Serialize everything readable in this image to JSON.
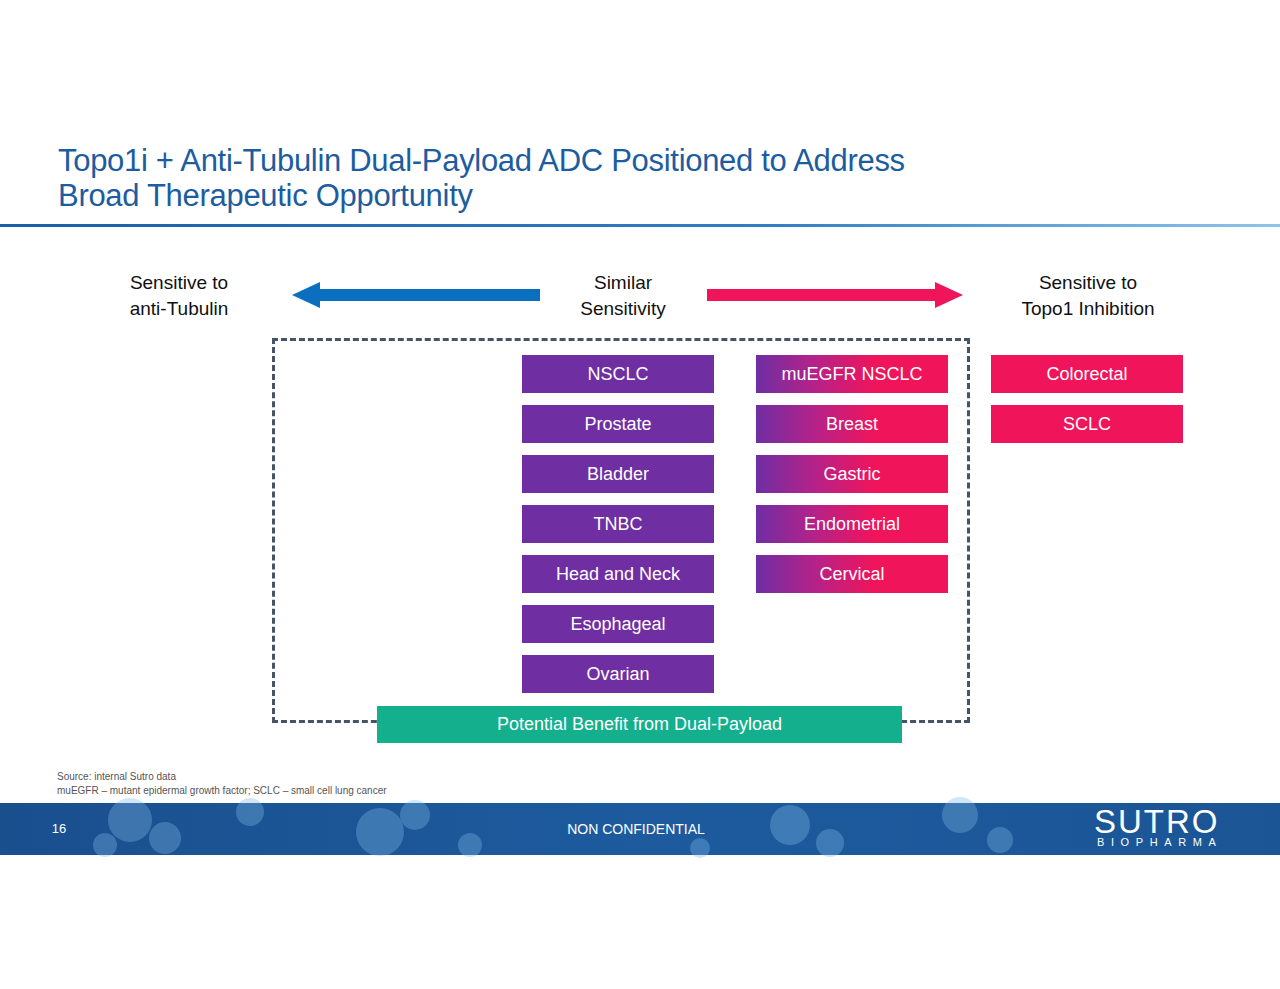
{
  "diagram": {
    "title": "Topo1i + Anti-Tubulin Dual-Payload ADC Positioned to Address Broad Therapeutic Opportunity",
    "nodes": [
      {
        "text": [
          "Potential Benefit from Dual-Payload"
        ]
      },
      {
        "text": [
          "NSCLC"
        ],
        "in": 0
      },
      {
        "text": [
          "Prostate"
        ],
        "in": 0
      },
      {
        "text": [
          "Bladder"
        ],
        "in": 0
      },
      {
        "text": [
          "TNBC"
        ],
        "in": 0
      },
      {
        "text": [
          "Head and Neck"
        ],
        "in": 0
      },
      {
        "text": [
          "Esophageal"
        ],
        "in": 0
      },
      {
        "text": [
          "Ovarian"
        ],
        "in": 0
      },
      {
        "text": [
          "muEGFR NSCLC"
        ],
        "in": 0
      },
      {
        "text": [
          "Breast"
        ],
        "in": 0
      },
      {
        "text": [
          "Gastric"
        ],
        "in": 0
      },
      {
        "text": [
          "Endometrial"
        ],
        "in": 0
      },
      {
        "text": [
          "Cervical"
        ],
        "in": 0
      },
      {
        "text": [
          "Colorectal"
        ]
      },
      {
        "text": [
          "SCLC"
        ]
      }
    ],
    "labels": [
      "Sensitive to anti-Tubulin",
      "Similar Sensitivity",
      "Sensitive to Topo1 Inhibition",
      "Source: internal Sutro data",
      "muEGFR – mutant epidermal growth factor; SCLC – small cell lung cancer",
      "16",
      "NON CONFIDENTIAL",
      "SUTRO",
      "BIOPHARMA"
    ]
  }
}
